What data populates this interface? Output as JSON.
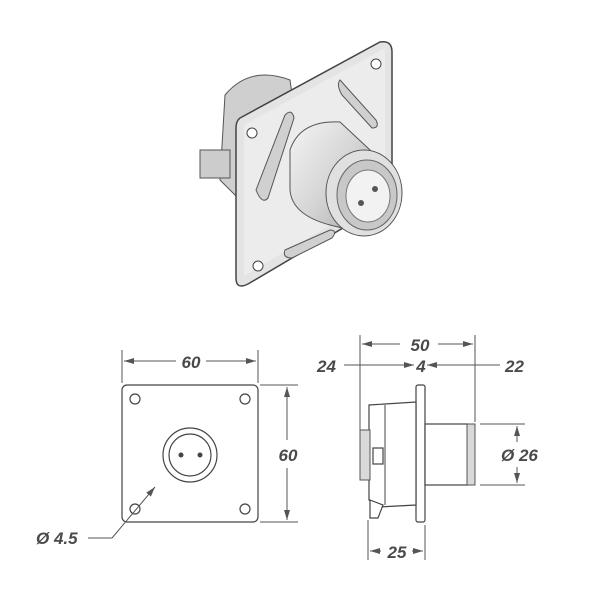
{
  "front_view": {
    "width_label": "60",
    "height_label": "60",
    "hole_label": "Ø 4.5"
  },
  "side_view": {
    "total_label": "50",
    "rear_label": "24",
    "flange_label": "4",
    "front_label": "22",
    "diameter_label": "Ø 26",
    "depth_label": "25"
  }
}
